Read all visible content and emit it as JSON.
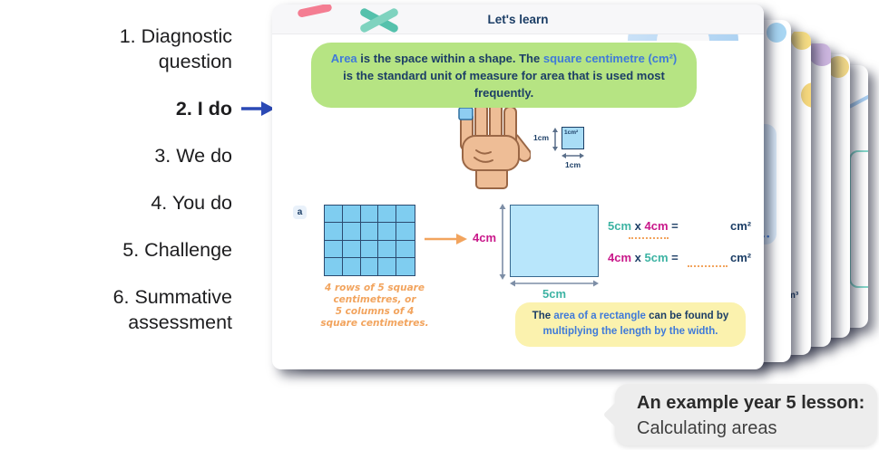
{
  "lesson_steps": {
    "items": [
      {
        "label": "1. Diagnostic question",
        "active": false
      },
      {
        "label": "2. I do",
        "active": true
      },
      {
        "label": "3. We do",
        "active": false
      },
      {
        "label": "4. You do",
        "active": false
      },
      {
        "label": "5. Challenge",
        "active": false
      },
      {
        "label": "6. Summative assessment",
        "active": false
      }
    ]
  },
  "slide": {
    "header": {
      "title": "Let's learn"
    },
    "definition_box": {
      "part1": "Area",
      "part2": " is the space within a shape. The ",
      "part3": "square centimetre (cm²)",
      "part4": " is the standard unit of measure for area that is used most frequently."
    },
    "unit_square": {
      "side_label_left": "1cm",
      "area_label": "1cm²",
      "side_label_bottom": "1cm"
    },
    "example": {
      "badge": "a",
      "grid": {
        "rows": 4,
        "cols": 5
      },
      "height_label": "4cm",
      "width_label": "5cm",
      "note": "4 rows of 5 square\ncentimetres, or\n5 columns of 4\nsquare centimetres.",
      "equations": [
        {
          "a": "5cm",
          "op": "x",
          "b": "4cm",
          "eq": "=",
          "unit": "cm²"
        },
        {
          "a": "4cm",
          "op": "x",
          "b": "5cm",
          "eq": "=",
          "unit": "cm²"
        }
      ]
    },
    "rule_box": {
      "part1": "The ",
      "part2": "area of a rectangle",
      "part3": " can be found by ",
      "part4": "multiplying the length by the width."
    }
  },
  "deck": {
    "fragment_text": "m³"
  },
  "caption": {
    "title": "An example year 5 lesson:",
    "subtitle": "Calculating areas"
  },
  "colors": {
    "navy": "#1c3e66",
    "blue_accent": "#3f7ad9",
    "green_box": "#b6e483",
    "yellow_box": "#fbf2ae",
    "teal": "#3db3a3",
    "magenta": "#c9188a",
    "orange": "#f2a45e",
    "grid_fill": "#7fcdf0",
    "step_arrow_blue": "#2b49b5"
  }
}
